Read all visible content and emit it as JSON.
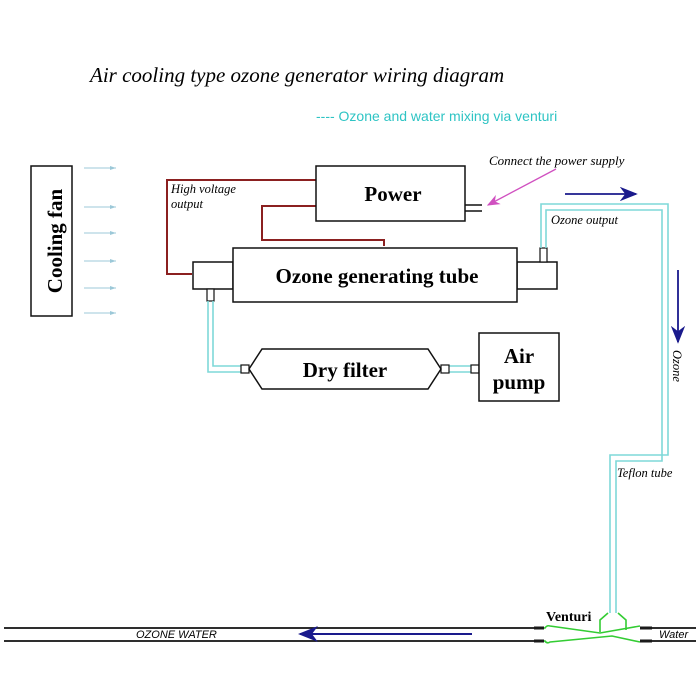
{
  "title": "Air cooling type ozone generator wiring diagram",
  "subtitle": "---- Ozone and water mixing via venturi",
  "components": {
    "cooling_fan": "Cooling fan",
    "power": "Power",
    "ozone_tube": "Ozone generating tube",
    "dry_filter": "Dry filter",
    "air_pump_line1": "Air",
    "air_pump_line2": "pump",
    "venturi": "Venturi"
  },
  "labels": {
    "high_voltage_line1": "High voltage",
    "high_voltage_line2": "output",
    "connect_power": "Connect the power supply",
    "ozone_output": "Ozone output",
    "ozone_vertical": "Ozone",
    "teflon_tube": "Teflon tube",
    "ozone_water": "OZONE WATER",
    "water": "Water"
  },
  "colors": {
    "wire": "#8b2020",
    "tube": "#7fd8d8",
    "flow_arrow": "#1a1a8c",
    "venturi": "#33cc33",
    "pointer": "#d050c0",
    "subtitle": "#2ec4c4",
    "fan_arrow": "#9cc8d8"
  }
}
